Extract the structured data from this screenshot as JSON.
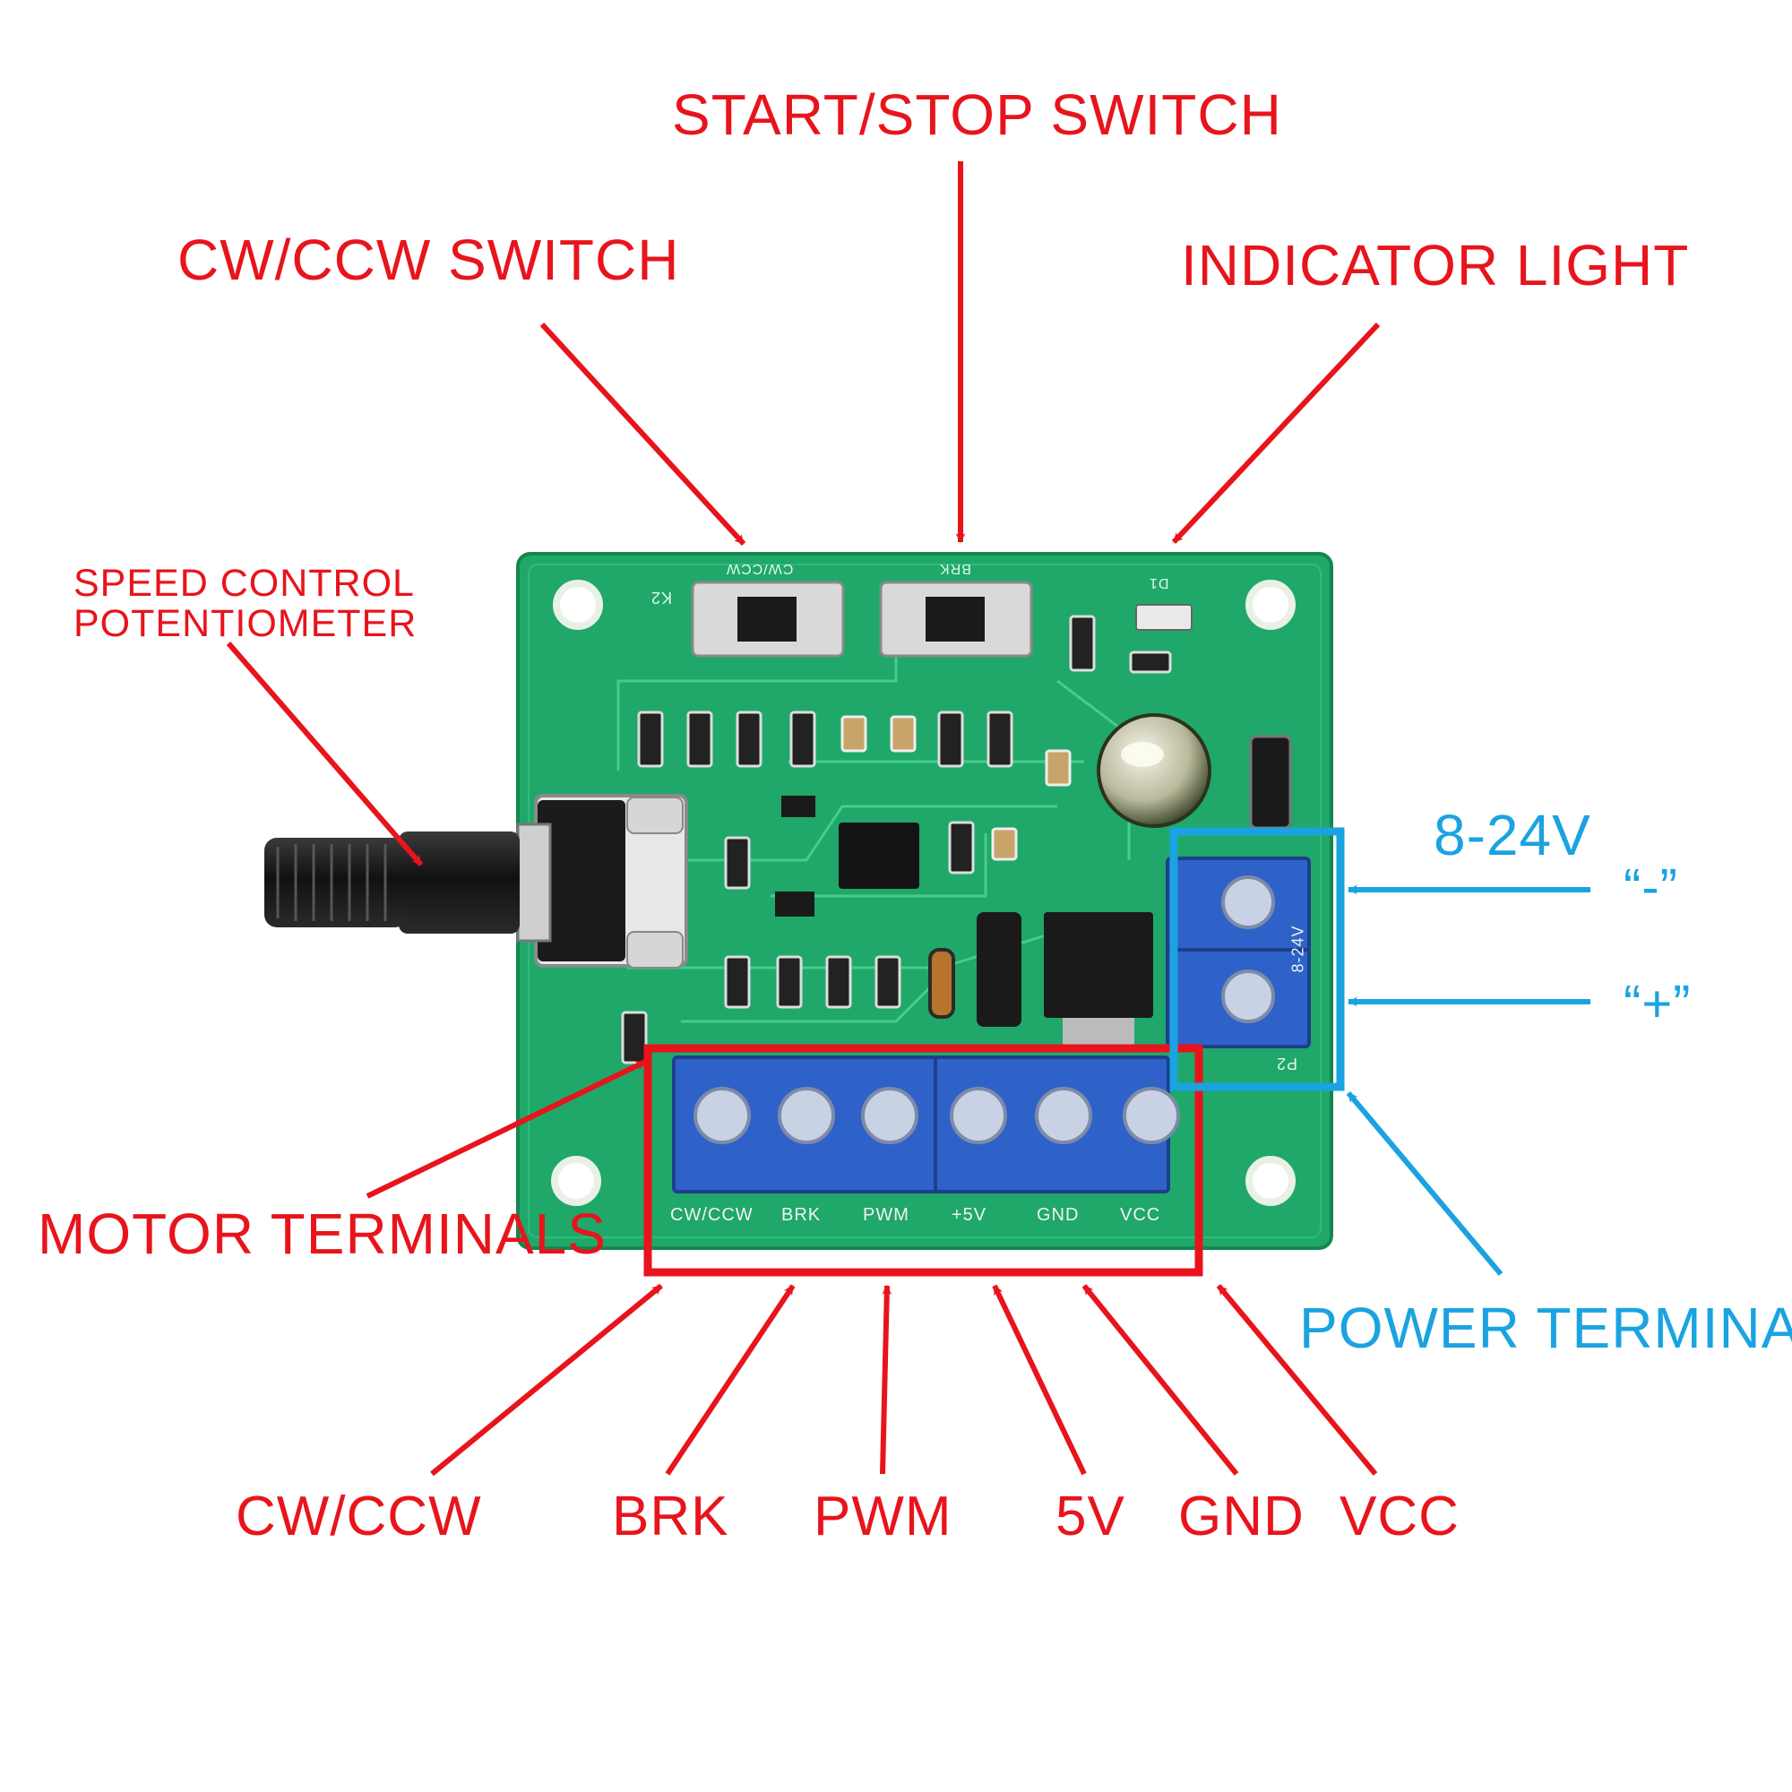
{
  "callouts": {
    "start_stop_switch": "START/STOP SWITCH",
    "cw_ccw_switch": "CW/CCW SWITCH",
    "indicator_light": "INDICATOR LIGHT",
    "speed_control_line1": "SPEED CONTROL",
    "speed_control_line2": "POTENTIOMETER",
    "voltage_range": "8-24V",
    "negative": "“-”",
    "positive": "“+”",
    "motor_terminals": "MOTOR TERMINALS",
    "power_terminal": "POWER TERMINAL"
  },
  "board_silkscreen": {
    "terminals": [
      "CW/CCW",
      "BRK",
      "PWM",
      "+5V",
      "GND",
      "VCC"
    ],
    "power_label": "8-24V",
    "switch_left": "CW/CCW",
    "switch_right": "BRK",
    "p2": "P2",
    "k2": "K2",
    "d1": "D1"
  },
  "pin_labels": [
    "CW/CCW",
    "BRK",
    "PWM",
    "5V",
    "GND",
    "VCC"
  ],
  "colors": {
    "annotation_red": "#e8141c",
    "annotation_blue": "#1aa3e0",
    "pcb_green": "#1fa86a",
    "terminal_blue": "#2f62c8"
  }
}
